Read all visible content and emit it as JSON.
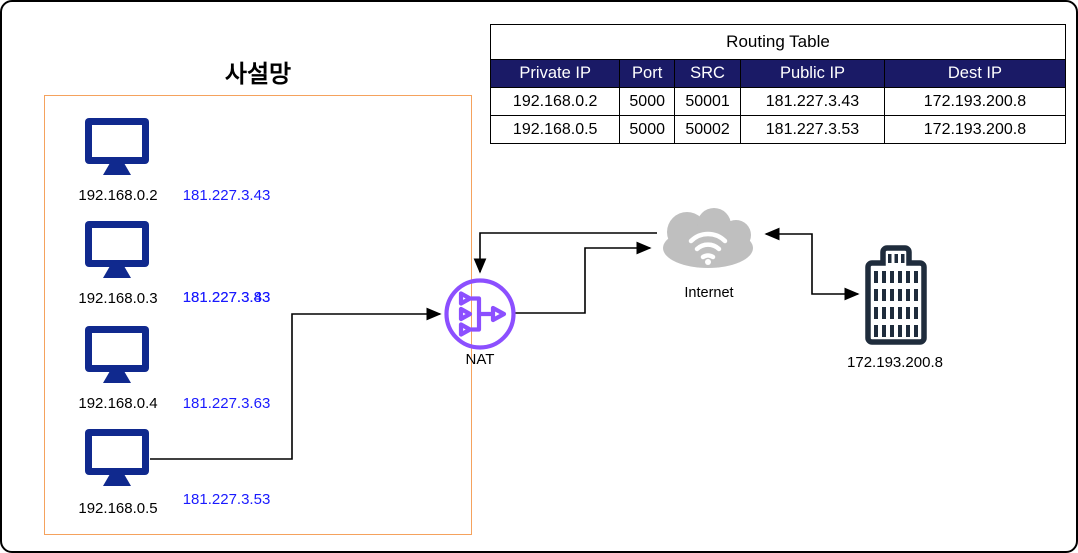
{
  "diagram": {
    "private_network": {
      "title": "사설망",
      "computers": [
        {
          "private_ip": "192.168.0.2",
          "public_ip": "181.227.3.43"
        },
        {
          "private_ip": "192.168.0.3",
          "public_ip": "181.227.3.83",
          "public_ip_overlap": "181.227.3.43"
        },
        {
          "private_ip": "192.168.0.4",
          "public_ip": "181.227.3.63"
        },
        {
          "private_ip": "192.168.0.5",
          "public_ip": "181.227.3.53"
        }
      ]
    },
    "nat_label": "NAT",
    "internet_label": "Internet",
    "server": {
      "ip": "172.193.200.8"
    },
    "colors": {
      "box_border_orange": "#f5a25d",
      "monitor_navy": "#10298e",
      "public_ip_blue": "#1a1aff",
      "nat_purple": "#8c4fff",
      "cloud_gray": "#bfbfbf",
      "building_dark": "#1f2c3c",
      "table_header_bg": "#1a1a66"
    }
  },
  "routing_table": {
    "title": "Routing Table",
    "columns": [
      "Private IP",
      "Port",
      "SRC",
      "Public IP",
      "Dest IP"
    ],
    "rows": [
      [
        "192.168.0.2",
        "5000",
        "50001",
        "181.227.3.43",
        "172.193.200.8"
      ],
      [
        "192.168.0.5",
        "5000",
        "50002",
        "181.227.3.53",
        "172.193.200.8"
      ]
    ]
  }
}
